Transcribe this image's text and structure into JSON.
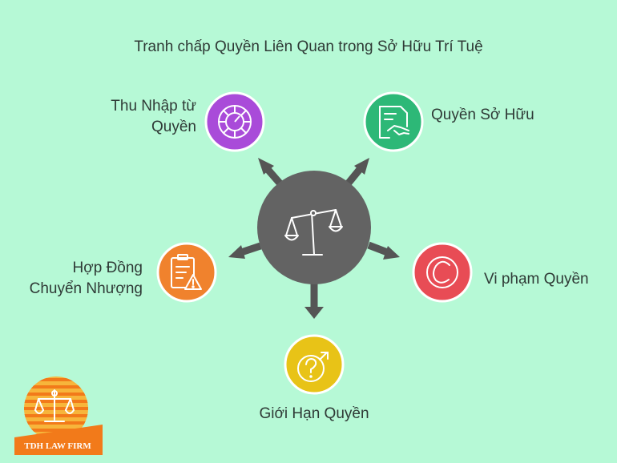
{
  "title": "Tranh chấp Quyền Liên Quan trong Sở Hữu Trí Tuệ",
  "center": {
    "icon": "scales-of-justice-icon",
    "color": "#636363"
  },
  "nodes": [
    {
      "id": "income",
      "label_lines": [
        "Thu Nhập từ",
        "Quyền"
      ],
      "icon": "pie-chart-icon",
      "color": "#a94bd9"
    },
    {
      "id": "ownership",
      "label_lines": [
        "Quyền Sở Hữu"
      ],
      "icon": "contract-handshake-icon",
      "color": "#2db877"
    },
    {
      "id": "contract",
      "label_lines": [
        "Hợp Đồng",
        "Chuyển Nhượng"
      ],
      "icon": "clipboard-warning-icon",
      "color": "#f0822d"
    },
    {
      "id": "violation",
      "label_lines": [
        "Vi phạm Quyền"
      ],
      "icon": "copyright-icon",
      "color": "#e84c55"
    },
    {
      "id": "limits",
      "label_lines": [
        "Giới Hạn Quyền"
      ],
      "icon": "question-circle-icon",
      "color": "#e8c317"
    }
  ],
  "logo": {
    "text": "TDH LAW FIRM",
    "accent": "#f27a1a"
  }
}
